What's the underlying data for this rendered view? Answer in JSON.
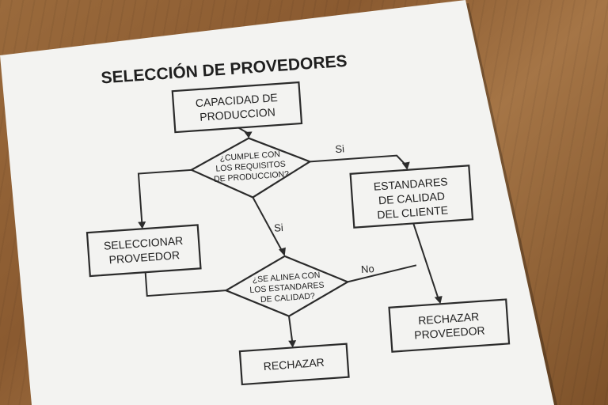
{
  "title": "SELECCIÓN DE PROVEDORES",
  "nodes": {
    "capacidad": [
      "CAPACIDAD DE",
      "PRODUCCION"
    ],
    "cumple": [
      "¿CUMPLE CON",
      "LOS REQUISITOS",
      "DE PRODUCCION?"
    ],
    "estandares_cliente": [
      "ESTANDARES",
      "DE CALIDAD",
      "DEL CLIENTE"
    ],
    "seleccionar": [
      "SELECCIONAR",
      "PROVEEDOR"
    ],
    "alinea": [
      "¿SE ALINEA CON",
      "LOS ESTANDARES",
      "DE CALIDAD?"
    ],
    "rechazar_proveedor": [
      "RECHAZAR",
      "PROVEEDOR"
    ],
    "rechazar": [
      "RECHAZAR"
    ]
  },
  "edges": {
    "si_top": "Si",
    "si_mid": "Si",
    "no": "No"
  }
}
